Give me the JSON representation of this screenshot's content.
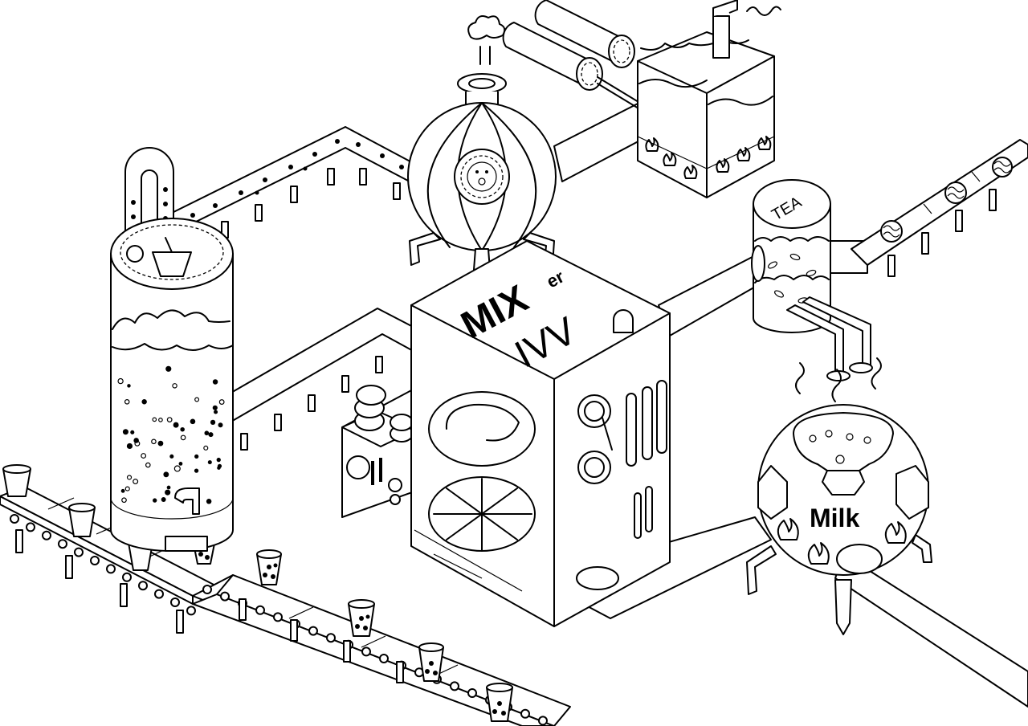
{
  "labels": {
    "tea": "TEA",
    "milk": "Milk",
    "mixer_main": "MIX",
    "mixer_sup": "er",
    "mixer_sub": "IVV"
  },
  "colors": {
    "line": "#000000",
    "background": "#ffffff"
  }
}
